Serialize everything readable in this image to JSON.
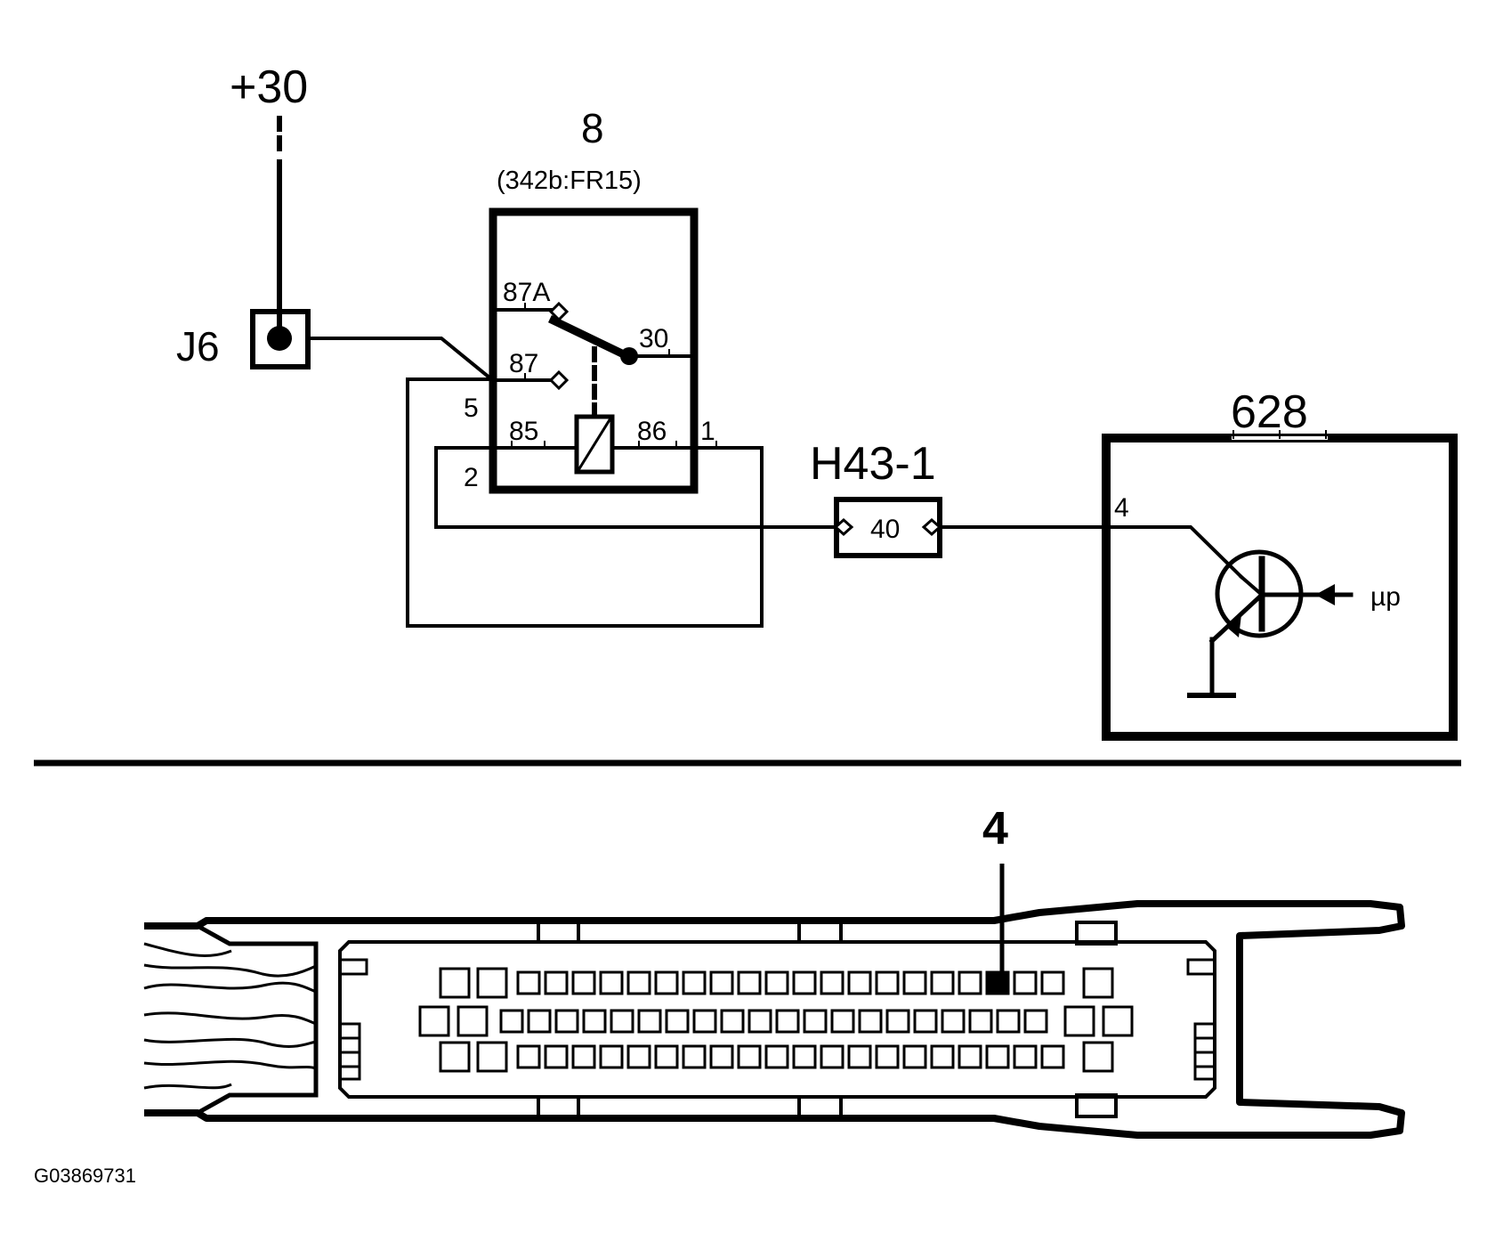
{
  "supply": {
    "label": "+30"
  },
  "relay": {
    "id": "8",
    "ref": "(342b:FR15)",
    "pins": {
      "p87a": "87A",
      "p30": "30",
      "p87": "87",
      "p85": "85",
      "p86": "86",
      "p1": "1",
      "p5": "5",
      "p2": "2"
    }
  },
  "junction": {
    "label": "J6"
  },
  "connector": {
    "label": "H43-1",
    "pin": "40"
  },
  "ecu": {
    "id": "628",
    "pin": "4",
    "signal": "µp"
  },
  "connector_view": {
    "pin_callout": "4"
  },
  "image_code": "G03869731"
}
